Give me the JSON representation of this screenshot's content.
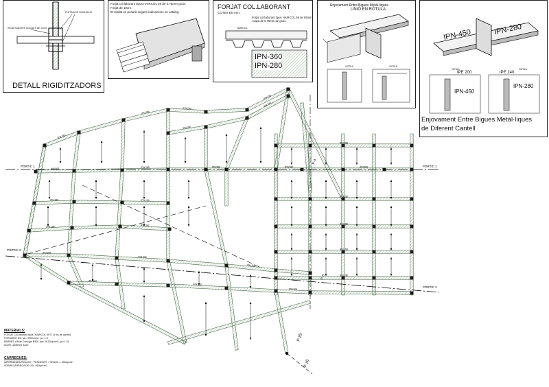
{
  "details": {
    "rigid": {
      "title": "DETALL RIGIDITZADORS",
      "label_top": "PLETINA DE 140X140X10",
      "label_left": "RIGIDITZADORS SOLDATS DE 10mm"
    },
    "forjat_photo": {
      "lines": [
        "Forjat col.laborant tipus HAIRCOL 59 de 0.75mm gruix.",
        "Forjat de 10cm.",
        "El mallat es posarà segons indicacions en catàleg"
      ]
    },
    "forjat_section": {
      "title": "FORJAT COL.LABORANT",
      "subtitle": "COTES EN mm.",
      "note": "Forjat col.laborant tipus HAIRCOL 59 de 59mm i xapa de 0.75mm de gruix.",
      "label": "HAIRCOL",
      "beam1": "IPN-360",
      "beam2": "IPN-280"
    },
    "rotula": {
      "title1": "Enjovament Entre Bigues Metàl·liques",
      "title2": "UNIÓ EN RÒTULA",
      "vista_a": "VISTA A",
      "vista_b": "VISTA B"
    },
    "cantell": {
      "beam_left": "IPN-450",
      "beam_right": "IPN-280",
      "ipe_left": "IPE 200",
      "ipe_right": "IPE 240",
      "sec_left": "IPN-450",
      "sec_right": "IPN-280",
      "vista_a": "VISTA A",
      "vista_b": "VISTA B",
      "title1": "Enjovament Entre Bigues Metàl·liques",
      "title2": "de Diferent Cantell"
    }
  },
  "plan": {
    "portic1_left": "PÒRTIC 1",
    "portic1_right": "PÒRTIC 1",
    "portic2_left": "PÒRTIC 2",
    "portic2_right": "PÒRTIC 2",
    "p3_top": "P-3",
    "p3_bottom": "P-3",
    "p25": "P 25",
    "p26": "P 26",
    "beam_label": "IPN 280",
    "beam_label_main": "IPN 500"
  },
  "materials": {
    "title": "MATERIALS:",
    "items": [
      "FORJAT Col.laborant tipus \"HAIRCOL 59 0\" (1 fils de cantell)",
      "FORMIGÓ H25, fck= 25N/mm2, γc= 1.5",
      "BARRES d'Acer Corrugat B500, fyk= 5100kp/cm2, γs=1.15",
      "ACER LAMINAT A42b"
    ]
  },
  "loads": {
    "title": "CÀRREGUES:",
    "items": [
      "IMPERMEABILITZACIÓ + PENDENTS + GRAVA — 450kp/m2",
      "SOBRECÀRREGA DE ÚS= 400kp/cm2"
    ]
  }
}
